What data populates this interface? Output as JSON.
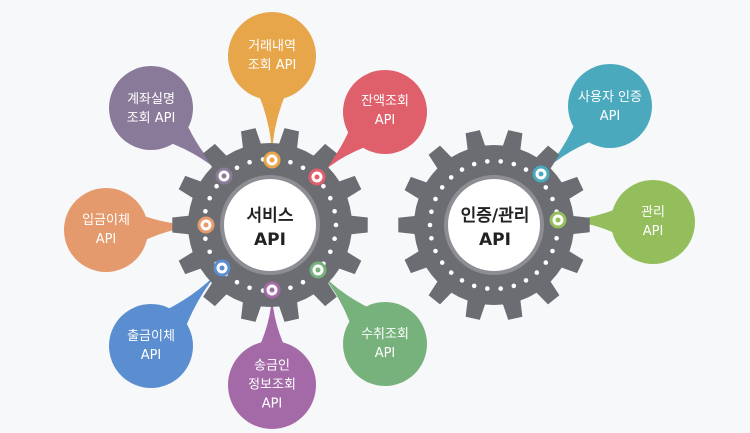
{
  "hubs": {
    "service": {
      "line1": "서비스",
      "line2": "API"
    },
    "auth": {
      "line1": "인증/관리",
      "line2": "API"
    }
  },
  "bubbles": {
    "transaction_history": {
      "line1": "거래내역",
      "line2": "조회 API",
      "color": "#e8a64a"
    },
    "account_name": {
      "line1": "계좌실명",
      "line2": "조회 API",
      "color": "#8a7a99"
    },
    "balance": {
      "line1": "잔액조회",
      "line2": "API",
      "color": "#df5f6b"
    },
    "deposit_transfer": {
      "line1": "입금이체",
      "line2": "API",
      "color": "#e59a6d"
    },
    "withdraw_transfer": {
      "line1": "출금이체",
      "line2": "API",
      "color": "#5b8ed0"
    },
    "sender_info": {
      "line1": "송금인",
      "line2": "정보조회",
      "line3": "API",
      "color": "#a46aa8"
    },
    "recipient": {
      "line1": "수취조회",
      "line2": "API",
      "color": "#77b27c"
    },
    "user_auth": {
      "line1": "사용자 인증",
      "line2": "API",
      "color": "#4aa9bd"
    },
    "manage": {
      "line1": "관리",
      "line2": "API",
      "color": "#94be5c"
    }
  },
  "colors": {
    "gear": "#6b6d72",
    "hub_fill": "#ffffff"
  }
}
